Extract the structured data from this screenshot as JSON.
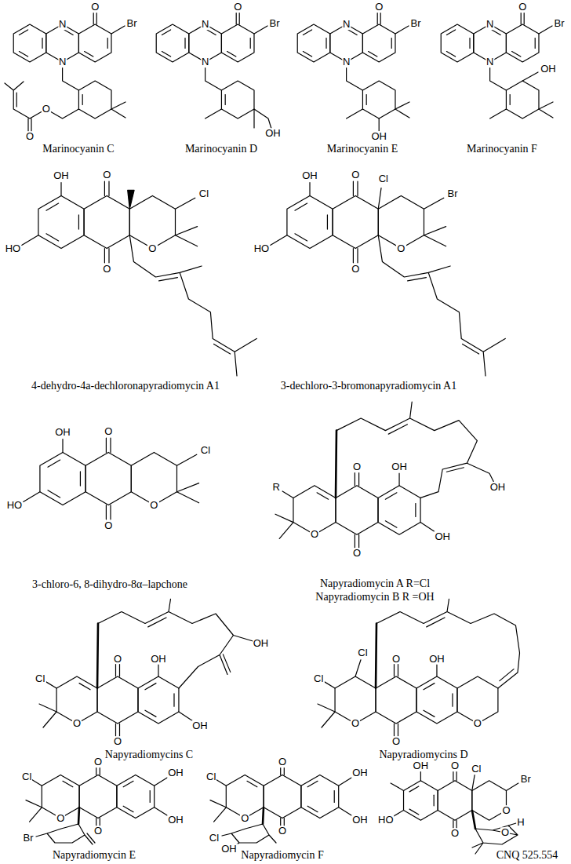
{
  "diagram": {
    "labels": [
      "O",
      "N",
      "Br",
      "N",
      "O",
      "O",
      "Marinocyanin C",
      "O",
      "N",
      "Br",
      "N",
      "OH",
      "Marinocyanin D",
      "O",
      "N",
      "Br",
      "N",
      "OH",
      "Marinocyanin E",
      "O",
      "N",
      "Br",
      "N",
      "OH",
      "Marinocyanin F",
      "OH",
      "O",
      "Cl",
      "HO",
      "O",
      "O",
      "4-dehydro-4a-dechloronapyradiomycin A1",
      "OH",
      "O",
      "Cl",
      "Br",
      "HO",
      "O",
      "O",
      "3-dechloro-3-bromonapyradiomycin A1",
      "OH",
      "O",
      "Cl",
      "HO",
      "O",
      "O",
      "3-chloro-6, 8-dihydro-8α–lapchone",
      "R",
      "O",
      "O",
      "OH",
      "OH",
      "O",
      "OH",
      "Napyradiomycin A R=Cl",
      "Napyradiomycin B R =OH",
      "Cl",
      "O",
      "OH",
      "OH",
      "O",
      "O",
      "OH",
      "Napyradiomycins C",
      "Cl",
      "Cl",
      "O",
      "OH",
      "O",
      "O",
      "O",
      "Napyradiomycins D",
      "Cl",
      "O",
      "OH",
      "O",
      "O",
      "OH",
      "Br",
      "Napyradiomycin E",
      "Cl",
      "O",
      "OH",
      "O",
      "O",
      "OH",
      "Cl",
      "OH",
      "Napyradiomycin F",
      "OH",
      "O",
      "Cl",
      "Br",
      "HO",
      "O",
      "O",
      "H",
      "O",
      "CNQ 525.554"
    ]
  }
}
